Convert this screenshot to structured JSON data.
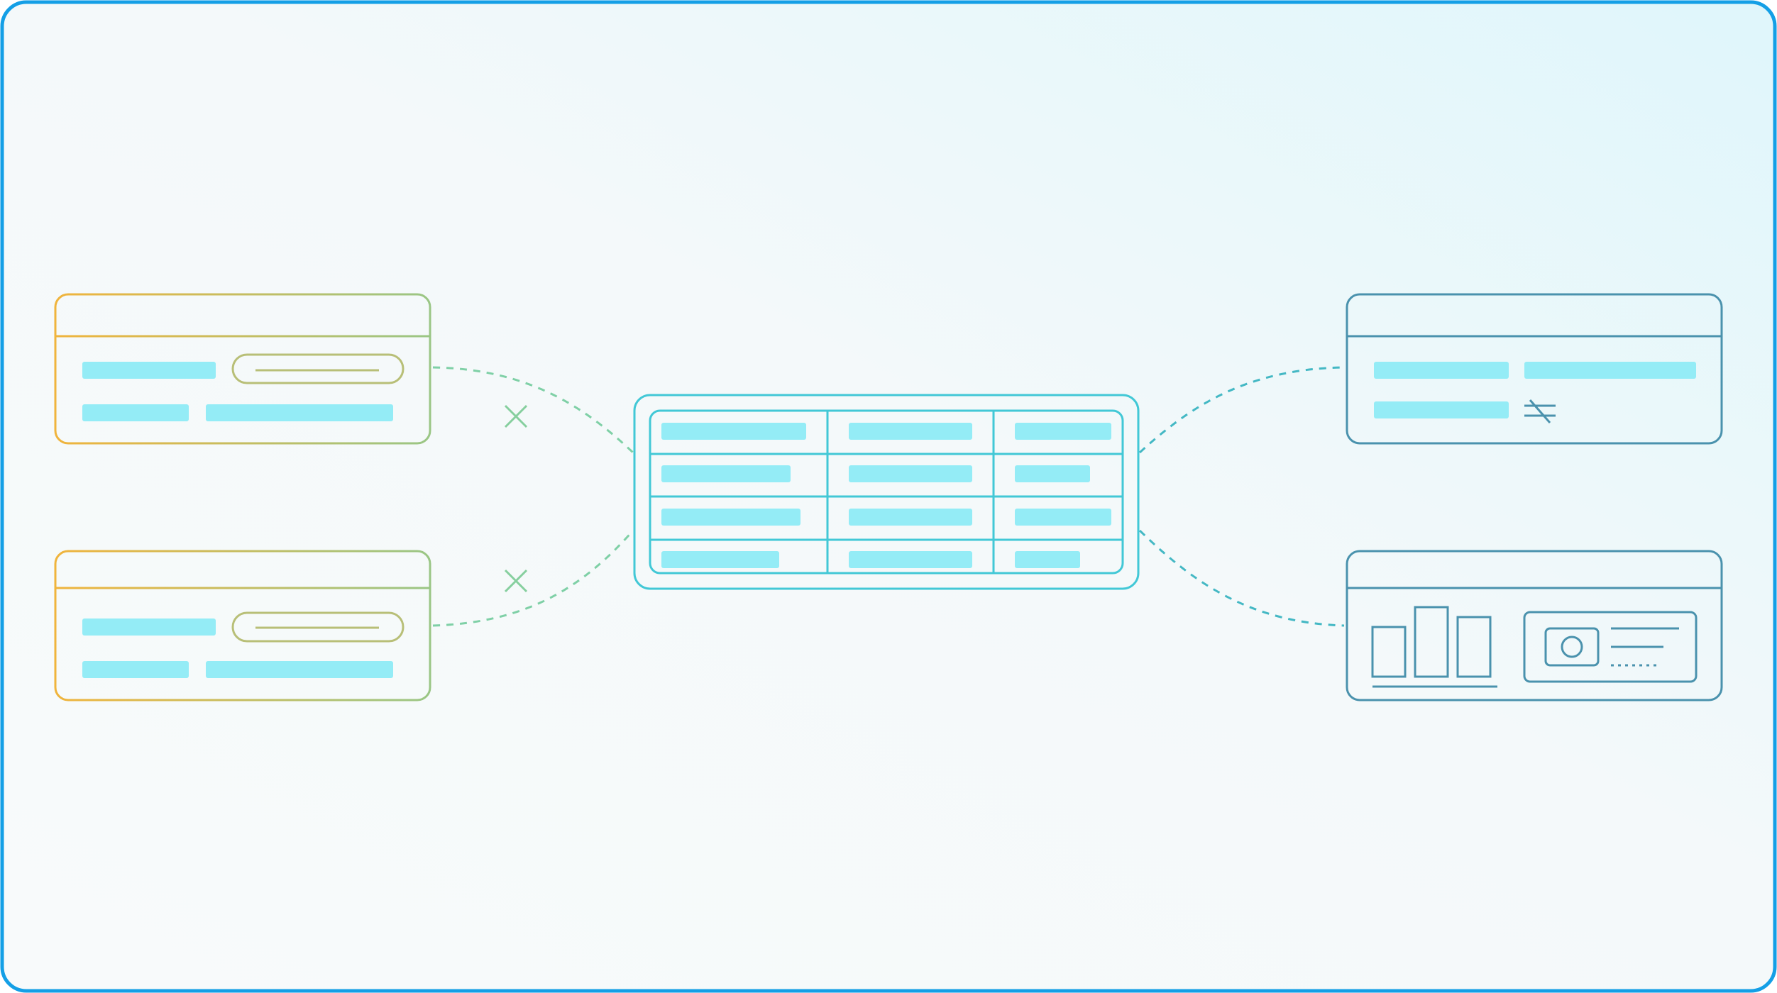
{
  "diagram": {
    "hub": {
      "rows": 4,
      "columns": 3
    },
    "left_panels": [
      {
        "connection": "broken"
      },
      {
        "connection": "broken"
      }
    ],
    "right_panels": [
      {
        "content": "fields",
        "icon": "not-equal-icon"
      },
      {
        "content": "chart-and-card",
        "icon": "bar-chart-icon"
      }
    ]
  },
  "colors": {
    "frame_border": "#149fe6",
    "bg_top_right": "#dff6fb",
    "bg_bottom_left": "#f8fafb",
    "field_fill": "#94ecf6",
    "left_gradient_start": "#f0b43c",
    "left_gradient_end": "#9ac685",
    "hub_stroke": "#42c8d6",
    "right_stroke": "#4a92ad",
    "connector_left": "#7fd0a6",
    "connector_right": "#44b8c4",
    "cross_mark": "#86cf9e"
  }
}
